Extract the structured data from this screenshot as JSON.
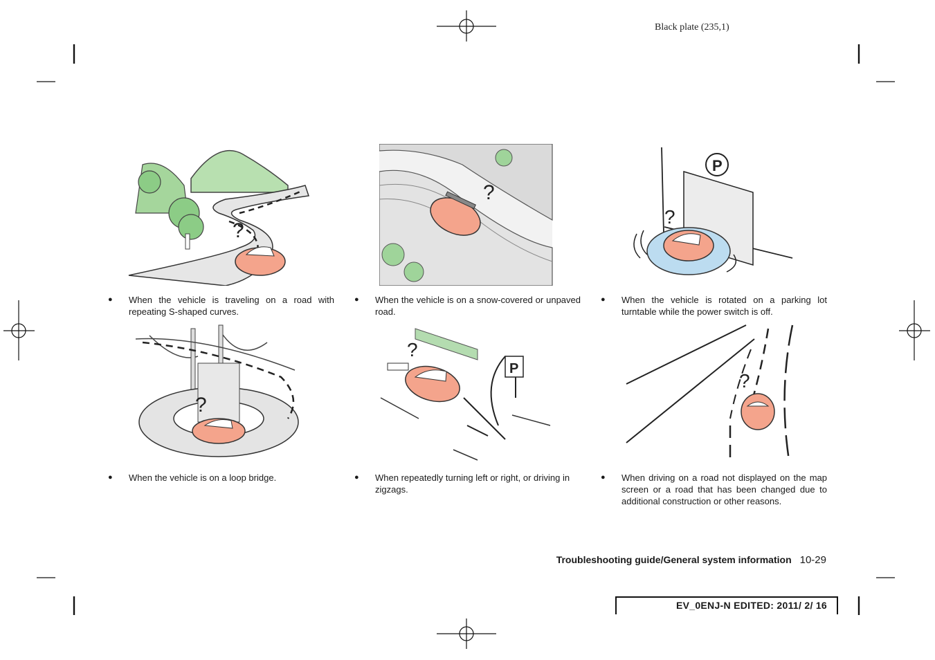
{
  "header": {
    "plate": "Black plate (235,1)"
  },
  "illustrations": [
    {
      "caption": "When the vehicle is traveling on a road with repeating S-shaped curves."
    },
    {
      "caption": "When the vehicle is on a snow-covered or unpaved road."
    },
    {
      "caption": "When the vehicle is rotated on a parking lot turntable while the power switch is off."
    },
    {
      "caption": "When the vehicle is on a loop bridge."
    },
    {
      "caption": "When repeatedly turning left or right, or driving in zigzags."
    },
    {
      "caption": "When driving on a road not displayed on the map screen or a road that has been changed due to additional construction or other reasons."
    }
  ],
  "glyphs": {
    "bullet": "●",
    "question": "?",
    "parking": "P"
  },
  "footer": {
    "section": "Troubleshooting guide/General system information",
    "page": "10-29",
    "edited": "EV_0ENJ-N EDITED:  2011/ 2/ 16"
  },
  "colors": {
    "car": "#f4a48c",
    "tree": "#7cc27a",
    "snow": "#dcdcdc"
  }
}
